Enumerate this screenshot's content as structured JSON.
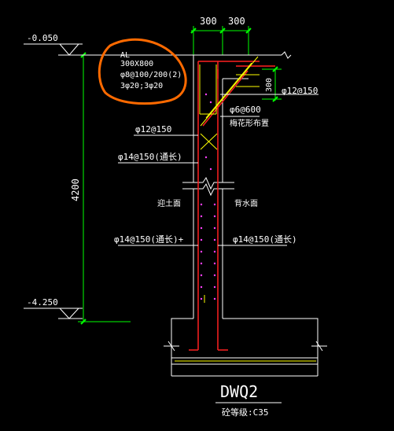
{
  "colors": {
    "background": "#000000",
    "white": "#ffffff",
    "green": "#00ff00",
    "red": "#ff2020",
    "yellow": "#ffff00",
    "orange": "#ff6a00",
    "magenta": "#ff40ff",
    "cyan": "#00d0ff"
  },
  "dims": {
    "top_left": "300",
    "top_right": "300",
    "side_height": "300",
    "total_height": "4200"
  },
  "elevations": {
    "top": "-0.050",
    "bottom": "-4.250"
  },
  "beam_label": {
    "name": "AL",
    "size": "300X800",
    "stirrup": "φ8@100/200(2)",
    "bars": "3φ20;3φ20"
  },
  "rebar_labels": {
    "right_top": "φ12@150",
    "stagger": "φ6@600",
    "stagger_note": "梅花形布置",
    "left_mid": "φ12@150",
    "left_long": "φ14@150(通长)",
    "soil_side": "迎土面",
    "water_side": "背水面",
    "left_lower": "φ14@150(通长)+",
    "right_lower": "φ14@150(通长)"
  },
  "title": {
    "name": "DWQ2",
    "grade": "砼等级:C35"
  }
}
